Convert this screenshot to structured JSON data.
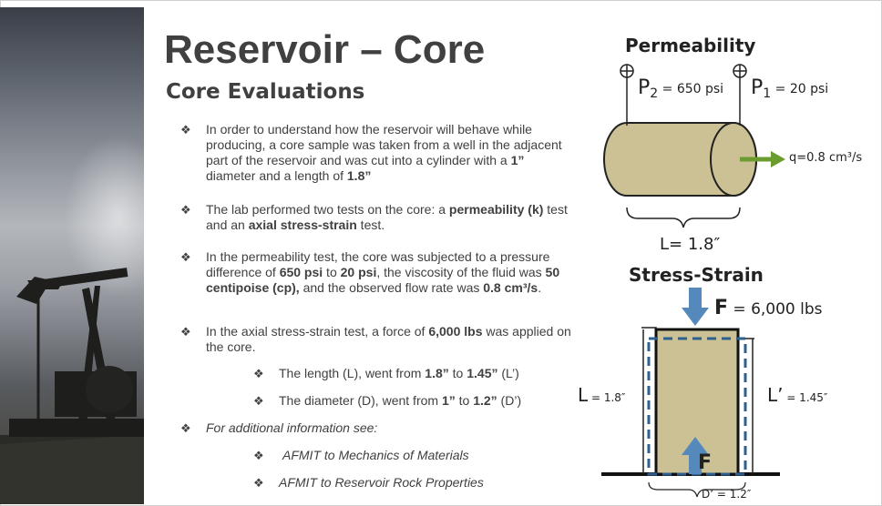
{
  "slide": {
    "title": "Reservoir – Core",
    "subtitle": "Core Evaluations"
  },
  "bullets": {
    "b1": {
      "text1": "In order to understand how the reservoir will behave while producing, a core sample was taken from a well in the adjacent part of the reservoir and was cut into a cylinder with a ",
      "bold1": "1”",
      "text2": " diameter and a length of ",
      "bold2": "1.8”"
    },
    "b2": {
      "text1": "The lab performed two tests on the core: a ",
      "bold1": "permeability (k)",
      "text2": " test and an ",
      "bold2": "axial stress-strain",
      "text3": " test."
    },
    "b3": {
      "text1": "In the permeability test, the core was subjected to a pressure difference of ",
      "bold1": "650 psi",
      "text2": " to ",
      "bold2": "20 psi",
      "text3": ", the viscosity of the fluid was ",
      "bold3": "50 centipoise (cp),",
      "text4": " and the observed flow rate was ",
      "bold4": "0.8 cm³/s",
      "text5": "."
    },
    "b4": {
      "text1": "In the axial stress-strain test, a force of ",
      "bold1": "6,000 lbs",
      "text2": " was applied on the core."
    },
    "s1": {
      "text1": "The length (L), went from ",
      "bold1": "1.8”",
      "text2": " to ",
      "bold2": "1.45”",
      "text3": " (L’)"
    },
    "s2": {
      "text1": "The diameter (D), went from ",
      "bold1": "1”",
      "text2": " to ",
      "bold2": "1.2”",
      "text3": " (D’)"
    },
    "b5": {
      "text": "For additional information see:"
    },
    "s3": {
      "text": "AFMIT to Mechanics of Materials"
    },
    "s4": {
      "text": "AFMIT to Reservoir Rock Properties"
    },
    "marker": "❖"
  },
  "permeability": {
    "heading": "Permeability",
    "p2_sym": "P",
    "p2_sub": "2",
    "p2_val": " = 650 psi",
    "p1_sym": "P",
    "p1_sub": "1",
    "p1_val": " = 20 psi",
    "flow": "q=0.8 cm³/s",
    "length": "L= 1.8″"
  },
  "stress_strain": {
    "heading": "Stress-Strain",
    "force_sym": "F",
    "force_val": " = 6,000 lbs",
    "force_bottom": "F",
    "l_sym": "L",
    "l_val": " = 1.8″",
    "lp_sym": "L’",
    "lp_val": " = 1.45″",
    "d_label": "D’ = 1.2″"
  },
  "colors": {
    "core_fill": "#cbc194",
    "arrow_blue": "#5588bb",
    "arrow_green": "#6b9c2f",
    "dash_blue": "#2e5f8f",
    "text_dark": "#404040"
  }
}
